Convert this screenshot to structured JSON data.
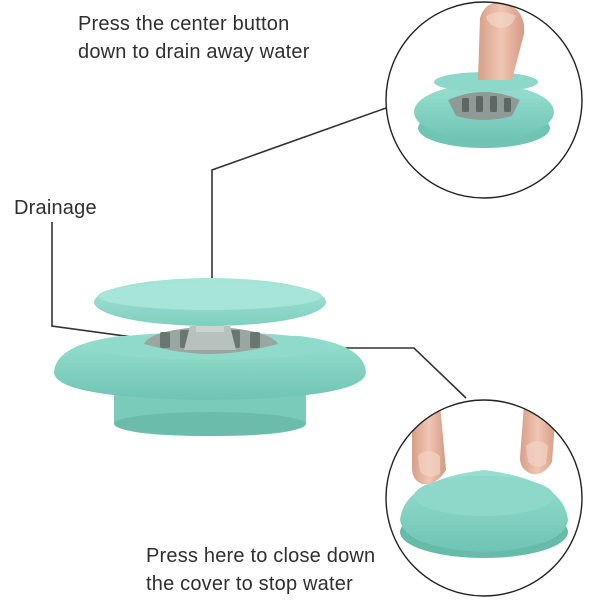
{
  "callouts": {
    "press_center": {
      "line1": "Press the center button",
      "line2": "down to drain away water"
    },
    "drainage": "Drainage",
    "press_close": {
      "line1": "Press here to close down",
      "line2": "the cover to stop water"
    }
  },
  "colors": {
    "stopper_teal": "#86d6c6",
    "stopper_shadow": "#5fb4a4",
    "inner_grey": "#9aa6a2",
    "callout_line": "#333333",
    "skin": "#e9b9a6"
  },
  "icons": {
    "main_product": "sink-drain-stopper",
    "detail_top": "finger-pressing-center",
    "detail_bottom": "fingers-pressing-edge"
  }
}
